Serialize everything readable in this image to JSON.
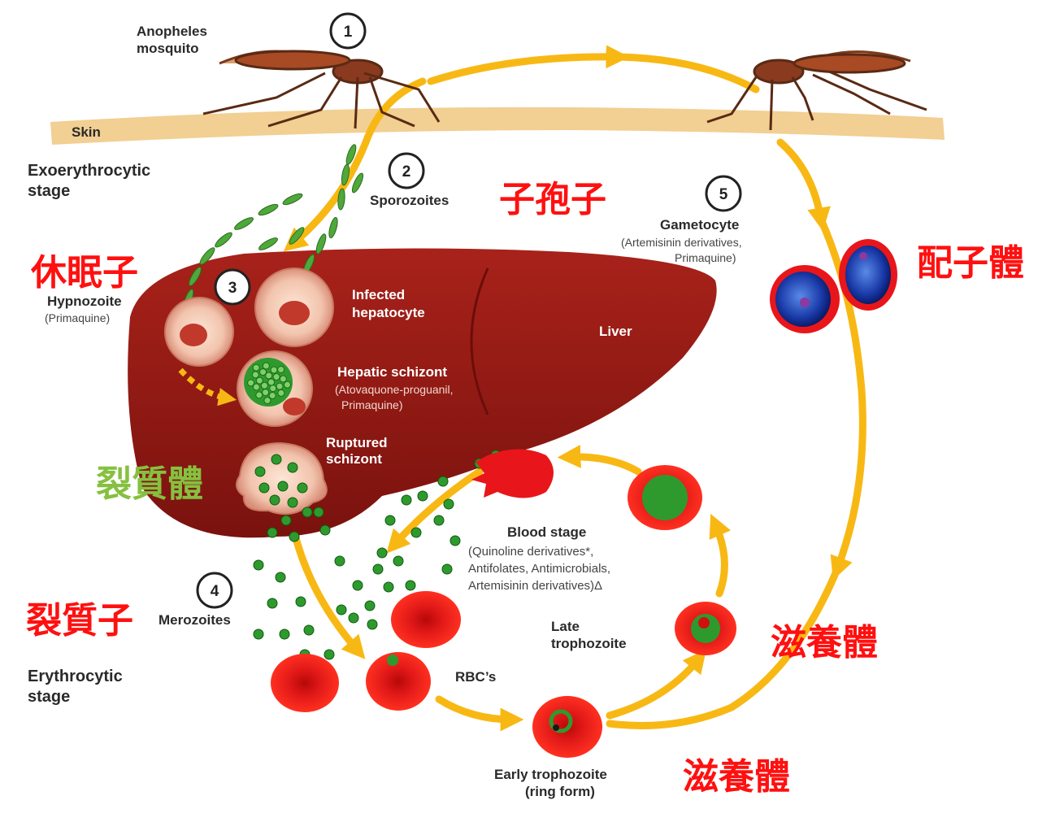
{
  "labels": {
    "mosquito": [
      "Anopheles",
      "mosquito"
    ],
    "skin": "Skin",
    "exo_stage": [
      "Exoerythrocytic",
      "stage"
    ],
    "sporozoites": "Sporozoites",
    "hypnozoite": "Hypnozoite",
    "hypnozoite_drug": "(Primaquine)",
    "infected_hepatocyte": [
      "Infected",
      "hepatocyte"
    ],
    "liver": "Liver",
    "hepatic_schizont": "Hepatic schizont",
    "hepatic_schizont_drugs": [
      "(Atovaquone-proguanil,",
      "Primaquine)"
    ],
    "ruptured_schizont": [
      "Ruptured",
      "schizont"
    ],
    "gametocyte": "Gametocyte",
    "gametocyte_drugs": [
      "(Artemisinin derivatives,",
      "Primaquine)"
    ],
    "blood_stage": "Blood stage",
    "blood_stage_drugs": [
      "(Quinoline derivatives*,",
      "Antifolates, Antimicrobials,",
      "Artemisinin derivatives)Δ"
    ],
    "merozoites": "Merozoites",
    "erythro_stage": [
      "Erythrocytic",
      "stage"
    ],
    "rbcs": "RBC’s",
    "late_trophozoite": [
      "Late",
      "trophozoite"
    ],
    "early_trophozoite": [
      "Early trophozoite",
      "(ring form)"
    ]
  },
  "steps": [
    "1",
    "2",
    "3",
    "4",
    "5"
  ],
  "chinese": {
    "sporozoite": "子孢子",
    "gametocyte": "配子體",
    "hypnozoite": "休眠子",
    "schizont": "裂質體",
    "merozoite": "裂質子",
    "trophozoite_late": "滋養體",
    "trophozoite_early": "滋養體"
  },
  "colors": {
    "arrow": "#f8b814",
    "liver": "#9a1a14",
    "skin": "#f2cf92",
    "rbc": "#e8161a",
    "parasite_green": "#2e9a2e",
    "chinese_red": "#ff1010",
    "chinese_green": "#86c040"
  }
}
